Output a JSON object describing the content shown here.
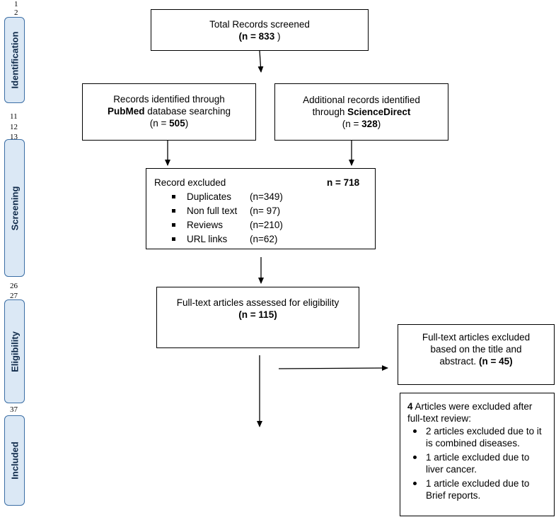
{
  "line_numbers": [
    "1",
    "2",
    "11",
    "12",
    "13",
    "26",
    "27",
    "37"
  ],
  "stages": [
    "Identification",
    "Screening",
    "Eligibility",
    "Included"
  ],
  "total": {
    "line1": "Total Records screened",
    "n_prefix": "(n = ",
    "n_value": "833",
    "n_suffix": " )"
  },
  "pubmed": {
    "line1": "Records identified through",
    "source": "PubMed",
    "line2_rest": " database searching",
    "n_prefix": "(n = ",
    "n_value": "505",
    "n_suffix": ")"
  },
  "sciencedirect": {
    "line1": "Additional records identified",
    "line2_pre": "through ",
    "source": "ScienceDirect",
    "n_prefix": "(n = ",
    "n_value": "328",
    "n_suffix": ")"
  },
  "excluded": {
    "title": "Record excluded",
    "n": "n = 718",
    "items": [
      {
        "label": "Duplicates",
        "count": "(n=349)"
      },
      {
        "label": "Non full text",
        "count": "(n= 97)"
      },
      {
        "label": "Reviews",
        "count": "(n=210)"
      },
      {
        "label": "URL links",
        "count": "(n=62)"
      }
    ]
  },
  "fulltext": {
    "line1": "Full-text articles assessed for eligibility",
    "n": "(n = 115)"
  },
  "title_excluded": {
    "line1": "Full-text articles excluded",
    "line2": "based on the title and",
    "line3": "abstract.",
    "n": "(n = 45)"
  },
  "review_excluded": {
    "count": "4",
    "line1_rest": " Articles were excluded after",
    "line2": "full-text review:",
    "items": [
      "2 articles excluded due to it is combined diseases.",
      "1 article excluded due to liver cancer.",
      "1 article excluded due to Brief reports."
    ]
  }
}
